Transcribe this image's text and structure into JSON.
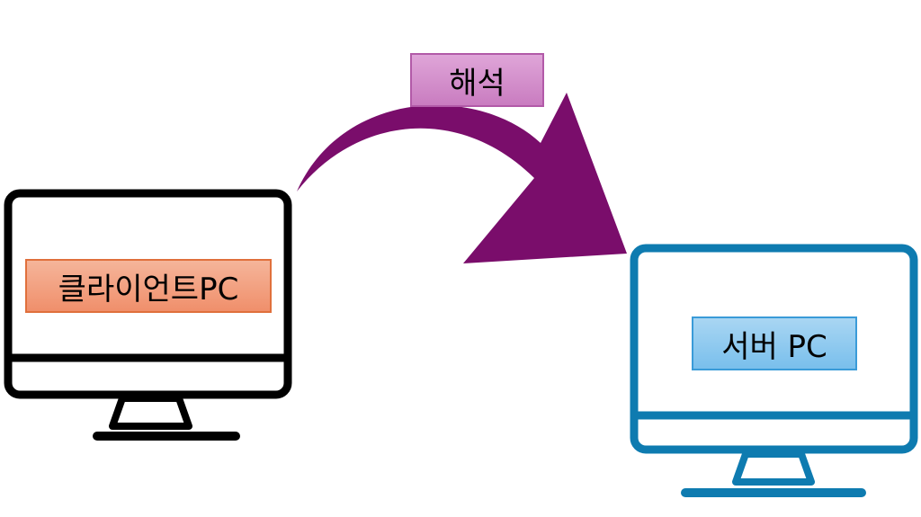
{
  "diagram": {
    "client": {
      "label": "클라이언트PC",
      "monitor_color": "#000000",
      "label_fill": "#f4a487",
      "label_border": "#e0703c"
    },
    "server": {
      "label": "서버 PC",
      "monitor_color": "#0e7bb0",
      "label_fill": "#8cc9f0",
      "label_border": "#3a9bd8"
    },
    "arrow": {
      "label": "해석",
      "color": "#7a0d6b",
      "label_fill": "#d391ca",
      "label_border": "#b25aa8",
      "direction": "client-to-server"
    }
  }
}
